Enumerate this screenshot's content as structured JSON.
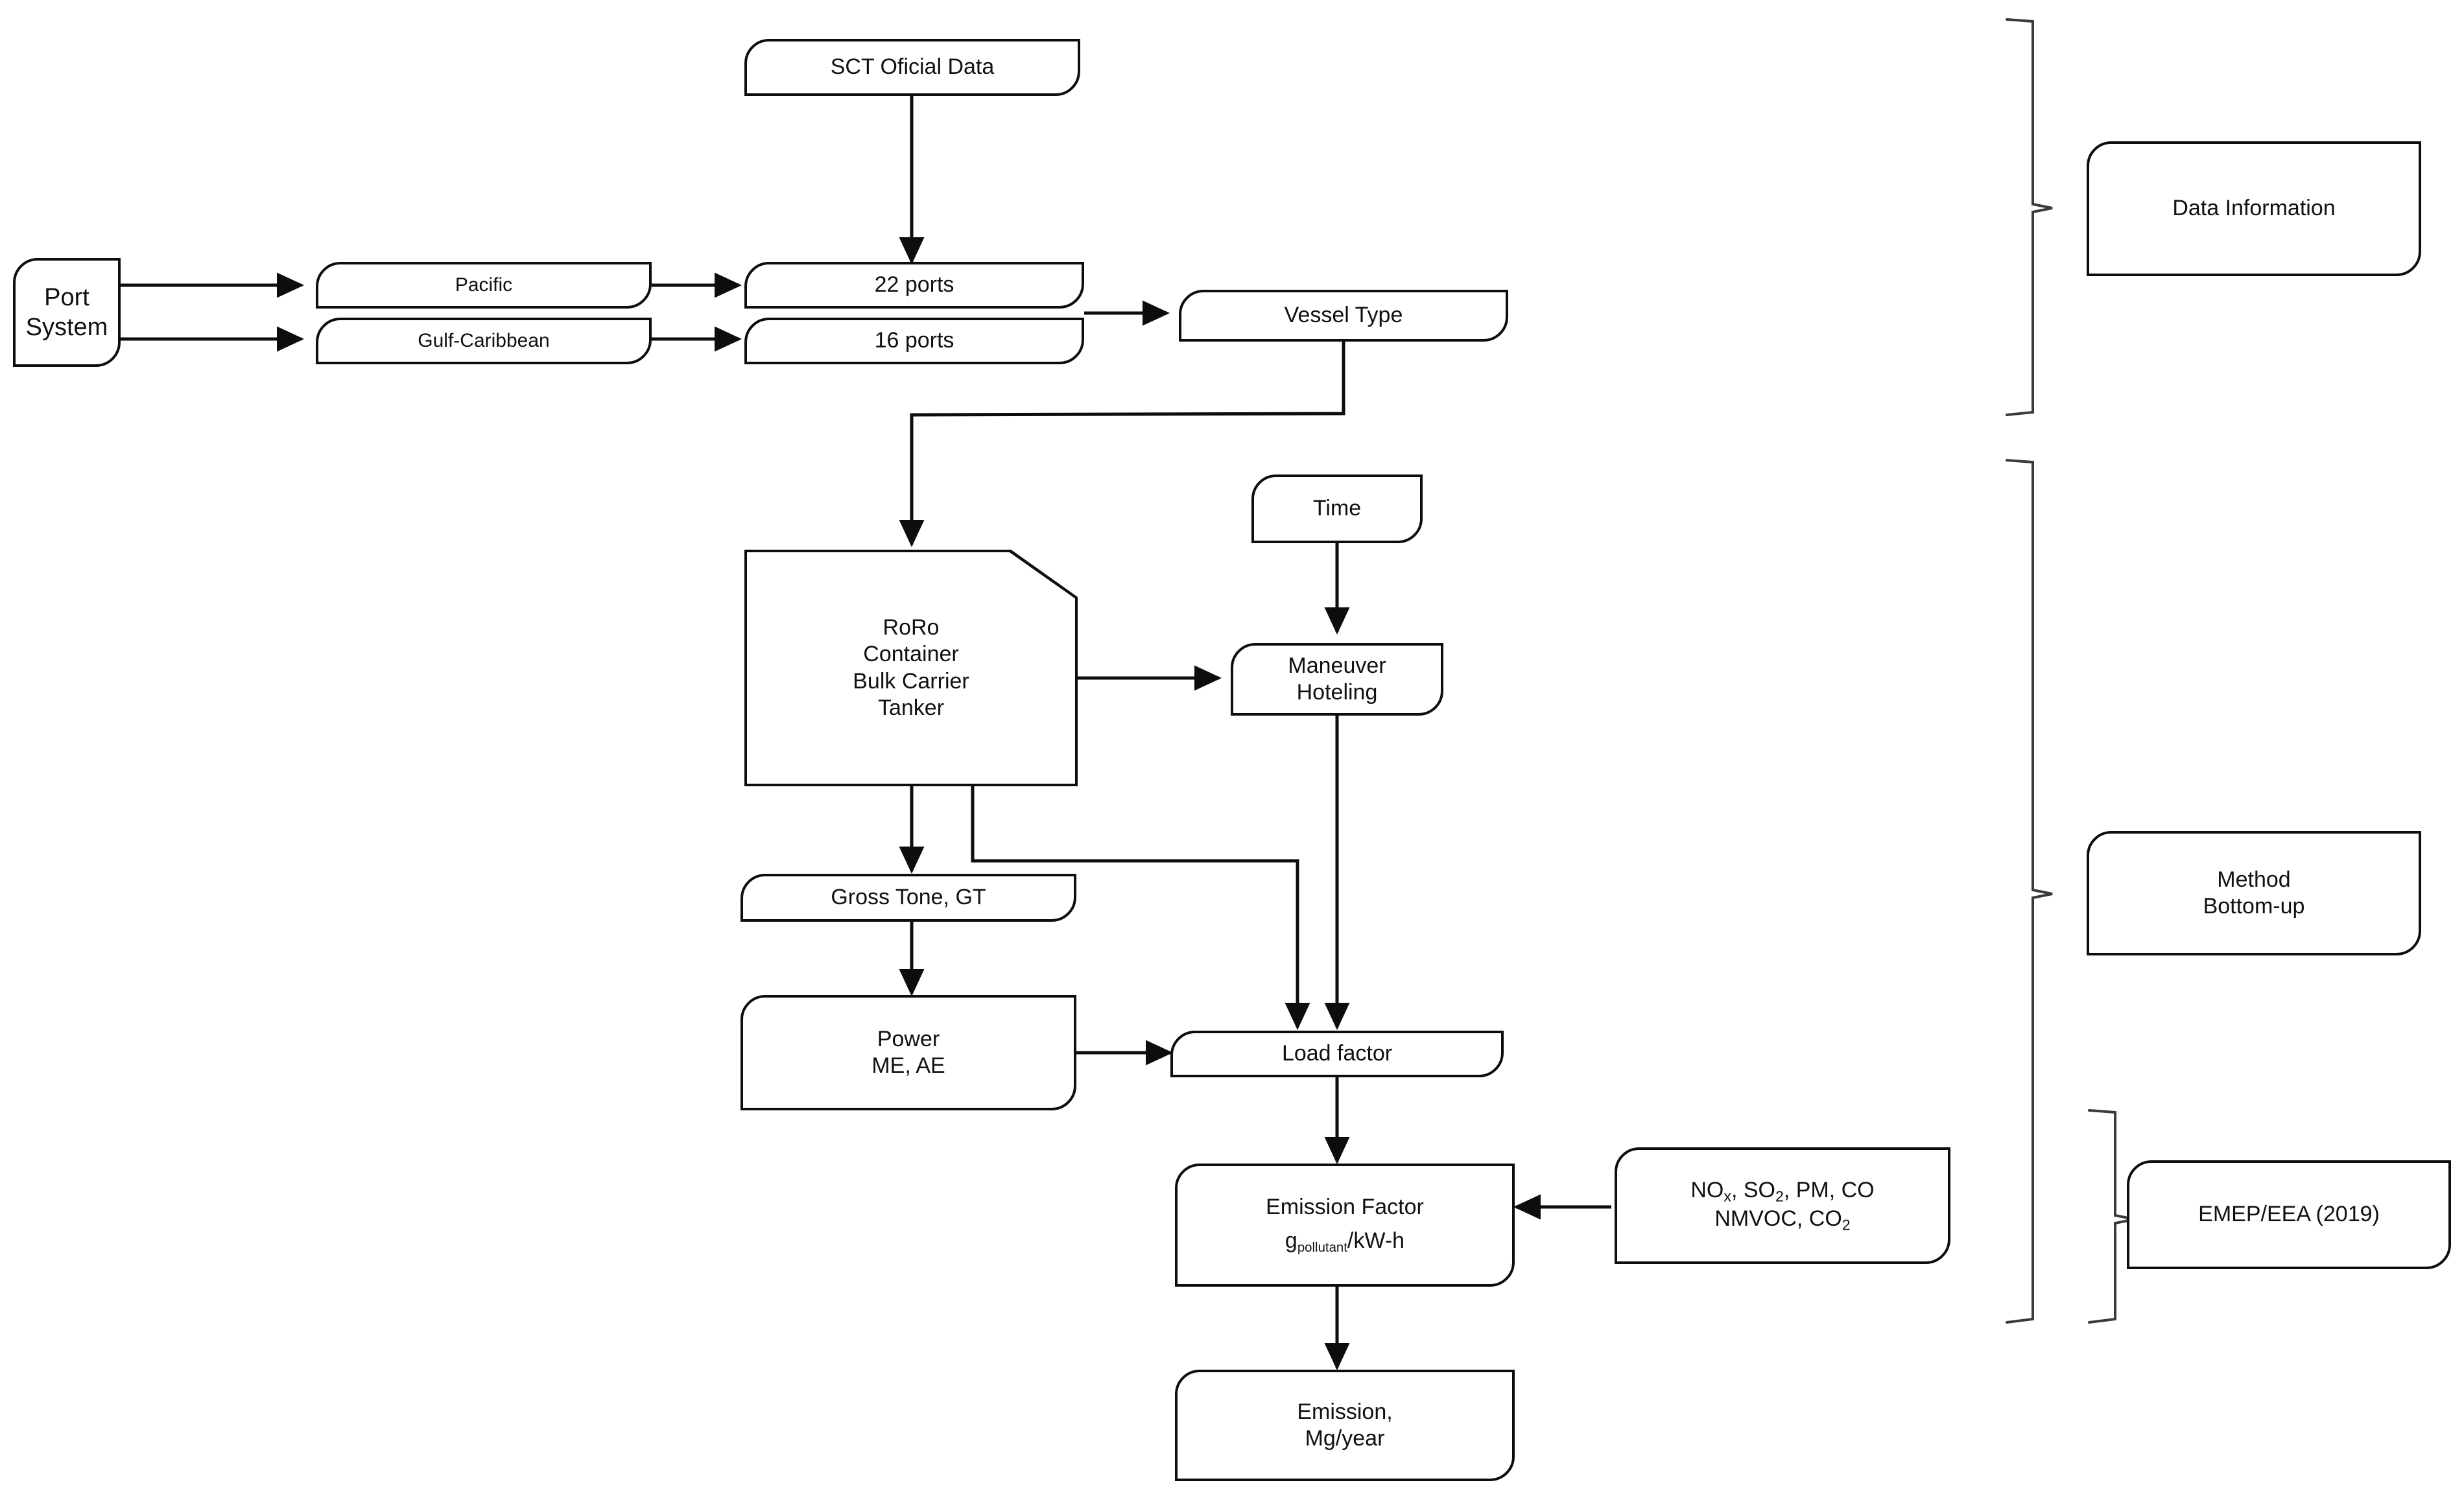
{
  "diagram": {
    "title": "Ship emissions inventory methodology flowchart",
    "stroke_color": "#0d0d0d",
    "background_color": "#ffffff"
  },
  "nodes": {
    "sct_data": {
      "label": "SCT Oficial Data"
    },
    "port_system": {
      "line1": "Port",
      "line2": "System"
    },
    "pacific": {
      "label": "Pacific"
    },
    "gulf_caribbean": {
      "label": "Gulf-Caribbean"
    },
    "ports_22": {
      "label": "22 ports"
    },
    "ports_16": {
      "label": "16 ports"
    },
    "vessel_type": {
      "label": "Vessel Type"
    },
    "time": {
      "label": "Time"
    },
    "vessel_classes": {
      "line1": "RoRo",
      "line2": "Container",
      "line3": "Bulk Carrier",
      "line4": "Tanker"
    },
    "maneuver_hoteling": {
      "line1": "Maneuver",
      "line2": "Hoteling"
    },
    "gross_tone": {
      "label": "Gross Tone, GT"
    },
    "power": {
      "line1": "Power",
      "line2": "ME, AE"
    },
    "load_factor": {
      "label": "Load factor"
    },
    "emission_factor": {
      "line1": "Emission Factor",
      "unit_base": "g",
      "unit_sub": "pollutant",
      "unit_rest": "/kW-h"
    },
    "pollutants": {
      "line1_a": "NO",
      "line1_a_sub": "x",
      "line1_b": ", SO",
      "line1_b_sub": "2",
      "line1_c": ", PM, CO",
      "line2_a": "NMVOC, CO",
      "line2_a_sub": "2"
    },
    "emission": {
      "line1": "Emission,",
      "line2": "Mg/year"
    }
  },
  "legend": {
    "data_information": {
      "label": "Data Information"
    },
    "method": {
      "line1": "Method",
      "line2": "Bottom-up"
    },
    "reference": {
      "label": "EMEP/EEA (2019)"
    }
  },
  "edges": [
    {
      "from": "sct_data",
      "to": "ports_22",
      "arrow": true
    },
    {
      "from": "port_system",
      "to": "pacific",
      "arrow": true
    },
    {
      "from": "port_system",
      "to": "gulf_caribbean",
      "arrow": true
    },
    {
      "from": "pacific",
      "to": "ports_22",
      "arrow": true
    },
    {
      "from": "gulf_caribbean",
      "to": "ports_16",
      "arrow": true
    },
    {
      "from": "ports_22",
      "to": "vessel_type",
      "arrow": true
    },
    {
      "from": "vessel_type",
      "to": "vessel_classes",
      "arrow": true
    },
    {
      "from": "time",
      "to": "maneuver_hoteling",
      "arrow": true
    },
    {
      "from": "vessel_classes",
      "to": "maneuver_hoteling",
      "arrow": true
    },
    {
      "from": "vessel_classes",
      "to": "gross_tone",
      "arrow": true
    },
    {
      "from": "vessel_classes",
      "to": "load_factor",
      "arrow": true
    },
    {
      "from": "maneuver_hoteling",
      "to": "load_factor",
      "arrow": true
    },
    {
      "from": "gross_tone",
      "to": "power",
      "arrow": true
    },
    {
      "from": "power",
      "to": "load_factor",
      "arrow": true
    },
    {
      "from": "load_factor",
      "to": "emission_factor",
      "arrow": true
    },
    {
      "from": "pollutants",
      "to": "emission_factor",
      "arrow": true
    },
    {
      "from": "emission_factor",
      "to": "emission",
      "arrow": true
    }
  ]
}
